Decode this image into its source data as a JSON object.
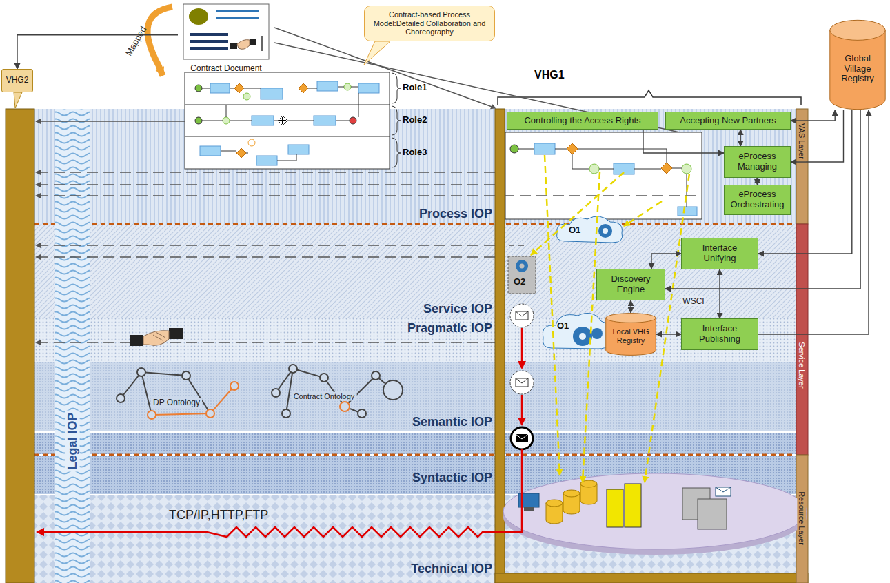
{
  "diagram": {
    "nodes": [
      {
        "text": [
          "Contract Document"
        ]
      },
      {
        "text": [
          "Contract-based Process Model:Detailed Collaboration and Choreography"
        ]
      },
      {
        "text": [
          "VHG2"
        ]
      },
      {
        "text": [
          "Global Village Registry"
        ]
      },
      {
        "text": [
          "Controlling the Access Rights"
        ]
      },
      {
        "text": [
          "Accepting New Partners"
        ]
      },
      {
        "text": [
          "eProcess Managing"
        ]
      },
      {
        "text": [
          "eProcess Orchestrating"
        ]
      },
      {
        "text": [
          "Interface Unifying"
        ]
      },
      {
        "text": [
          "Discovery Engine"
        ]
      },
      {
        "text": [
          "Interface Publishing"
        ]
      },
      {
        "text": [
          "Local VHG Registry"
        ]
      }
    ],
    "edges": [
      {
        "from": 0,
        "to": 2,
        "arrow": "to"
      },
      {
        "from": 4,
        "to": 6,
        "arrow": "to"
      },
      {
        "from": 5,
        "to": 6,
        "arrow": "both"
      },
      {
        "from": 6,
        "to": 7,
        "arrow": "both"
      },
      {
        "from": 3,
        "to": 5,
        "arrow": "both"
      },
      {
        "from": 3,
        "to": 6,
        "arrow": "to"
      },
      {
        "from": 3,
        "to": 8,
        "arrow": "to"
      },
      {
        "from": 3,
        "to": 9,
        "arrow": "to"
      },
      {
        "from": 10,
        "to": 3,
        "arrow": "to"
      },
      {
        "from": 9,
        "to": 8,
        "arrow": "both"
      },
      {
        "from": 8,
        "to": 10,
        "label": "WSCI",
        "arrow": "both"
      },
      {
        "from": 9,
        "to": 11,
        "arrow": "both"
      },
      {
        "from": 11,
        "to": 10,
        "arrow": "both"
      }
    ],
    "labels": [
      "Mapped",
      "VHG1",
      "Role1",
      "Role2",
      "Role3",
      "Process IOP",
      "Service IOP",
      "Pragmatic IOP",
      "Semantic IOP",
      "Syntactic IOP",
      "Technical IOP",
      "Legal IOP",
      "VAS Layer",
      "Service Layer",
      "Resource Layer",
      "O1",
      "O2",
      "O1",
      "DP Ontology",
      "Contract Ontology",
      "TCP/IP,HTTP,FTP"
    ]
  }
}
